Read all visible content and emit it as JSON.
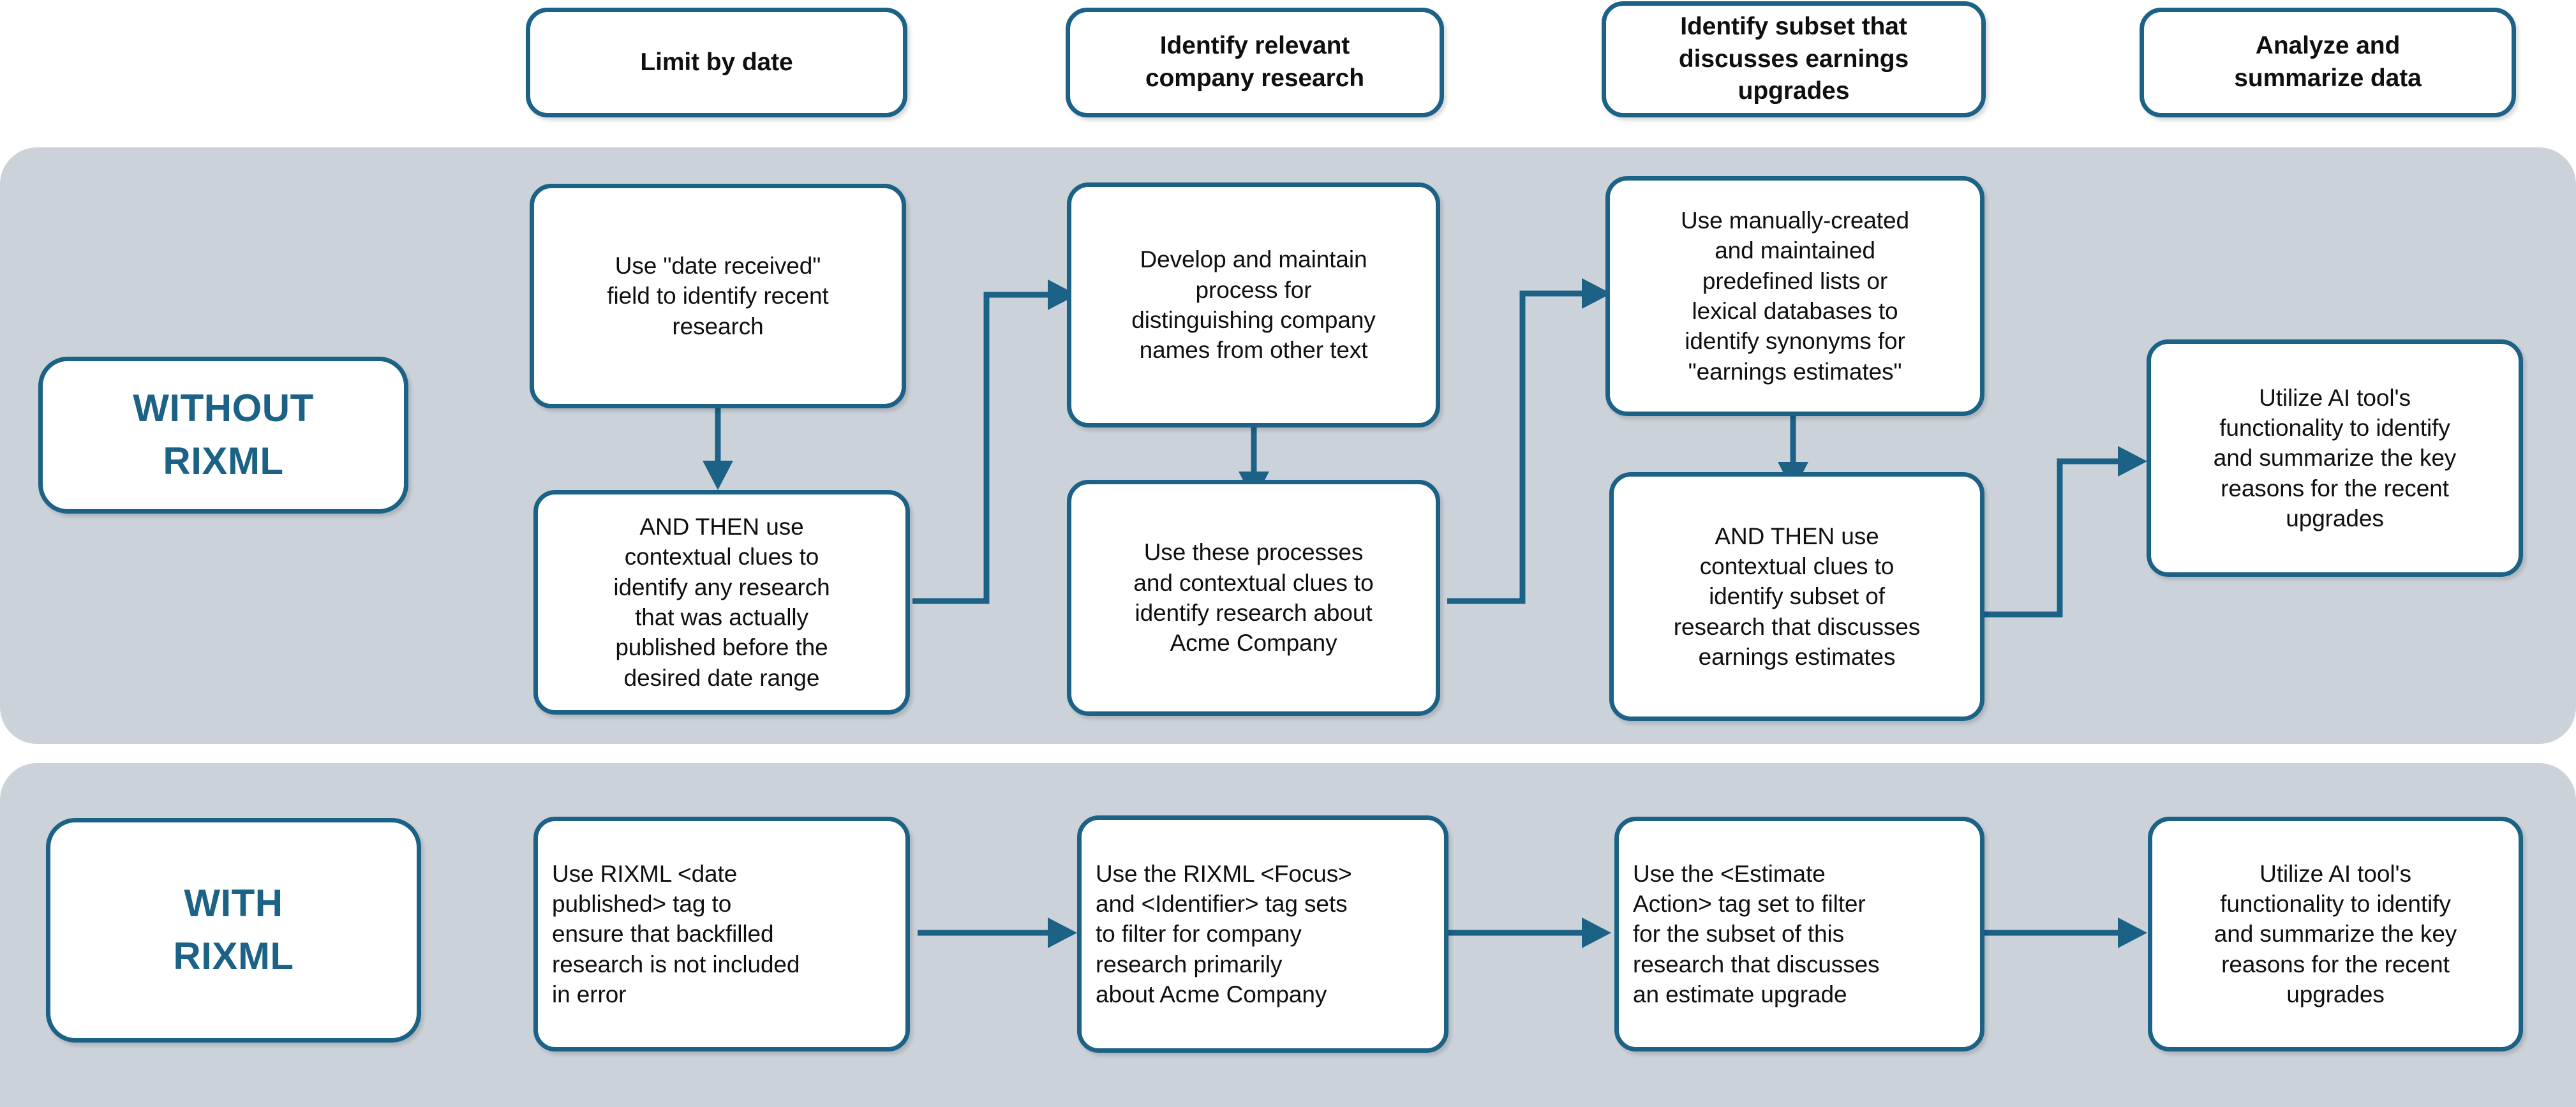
{
  "colors": {
    "brand_blue": "#1C6186",
    "band_gray": "#CCD2D9",
    "box_fill": "#FFFFFF",
    "text_black": "#0F0F0F"
  },
  "headers": [
    {
      "label": "Limit by date"
    },
    {
      "label": "Identify relevant\ncompany research"
    },
    {
      "label": "Identify subset that\ndiscusses earnings\nupgrades"
    },
    {
      "label": "Analyze and\nsummarize data"
    }
  ],
  "rows": [
    {
      "id": "without-rixml",
      "label": "WITHOUT\nRIXML",
      "steps": [
        {
          "column": "Limit by date",
          "boxes": [
            {
              "text": "Use \"date received\"\nfield to identify recent\nresearch"
            },
            {
              "text": "AND THEN use\ncontextual clues to\nidentify any research\nthat was actually\npublished before the\ndesired date range"
            }
          ]
        },
        {
          "column": "Identify relevant company research",
          "boxes": [
            {
              "text": "Develop and maintain\nprocess for\ndistinguishing company\nnames from other text"
            },
            {
              "text": "Use these processes\nand contextual clues to\nidentify research about\nAcme Company"
            }
          ]
        },
        {
          "column": "Identify subset that discusses earnings upgrades",
          "boxes": [
            {
              "text": "Use manually-created\nand maintained\npredefined lists or\nlexical databases to\nidentify synonyms for\n\"earnings estimates\""
            },
            {
              "text": "AND THEN use\ncontextual clues to\nidentify subset of\nresearch that discusses\nearnings estimates"
            }
          ]
        },
        {
          "column": "Analyze and summarize data",
          "boxes": [
            {
              "text": "Utilize AI tool's\nfunctionality to identify\nand summarize the key\nreasons for the recent\nupgrades"
            }
          ]
        }
      ]
    },
    {
      "id": "with-rixml",
      "label": "WITH\nRIXML",
      "steps": [
        {
          "column": "Limit by date",
          "boxes": [
            {
              "text": "Use RIXML <date\npublished> tag to\nensure that backfilled\nresearch is not included\nin error"
            }
          ]
        },
        {
          "column": "Identify relevant company research",
          "boxes": [
            {
              "text": "Use the RIXML <Focus>\nand <Identifier> tag sets\nto filter for company\nresearch primarily\nabout Acme Company"
            }
          ]
        },
        {
          "column": "Identify subset that discusses earnings upgrades",
          "boxes": [
            {
              "text": "Use the <Estimate\nAction> tag set to filter\nfor the subset of this\nresearch that discusses\nan estimate upgrade"
            }
          ]
        },
        {
          "column": "Analyze and summarize data",
          "boxes": [
            {
              "text": "Utilize AI tool's\nfunctionality to identify\nand summarize the key\nreasons for the recent\nupgrades"
            }
          ]
        }
      ]
    }
  ]
}
